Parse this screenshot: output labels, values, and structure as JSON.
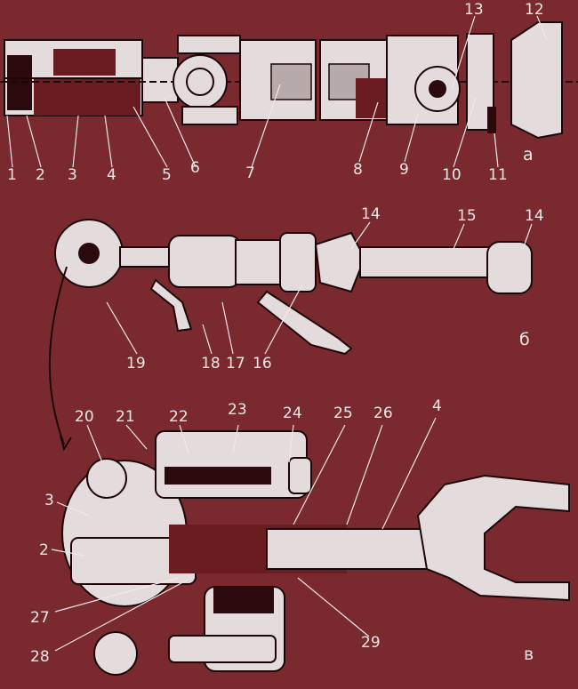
{
  "labels": {
    "l1": "1",
    "l2": "2",
    "l3": "3",
    "l4": "4",
    "l5": "5",
    "l6": "6",
    "l7": "7",
    "l8": "8",
    "l9": "9",
    "l10": "10",
    "l11": "11",
    "l12": "12",
    "l13": "13",
    "l14a": "14",
    "l15": "15",
    "l14b": "14",
    "l19": "19",
    "l18": "18",
    "l17": "17",
    "l16": "16",
    "l20": "20",
    "l21": "21",
    "l22": "22",
    "l23": "23",
    "l24": "24",
    "l25": "25",
    "l26": "26",
    "l4b": "4",
    "l3b": "3",
    "l2b": "2",
    "l27": "27",
    "l28": "28",
    "l29": "29"
  },
  "sections": {
    "a": "а",
    "b": "б",
    "v": "в"
  },
  "colors": {
    "background": "#7a2a2e",
    "ink": "#1c0608",
    "part": "#e4dcdc",
    "label": "#f3e6e6"
  }
}
